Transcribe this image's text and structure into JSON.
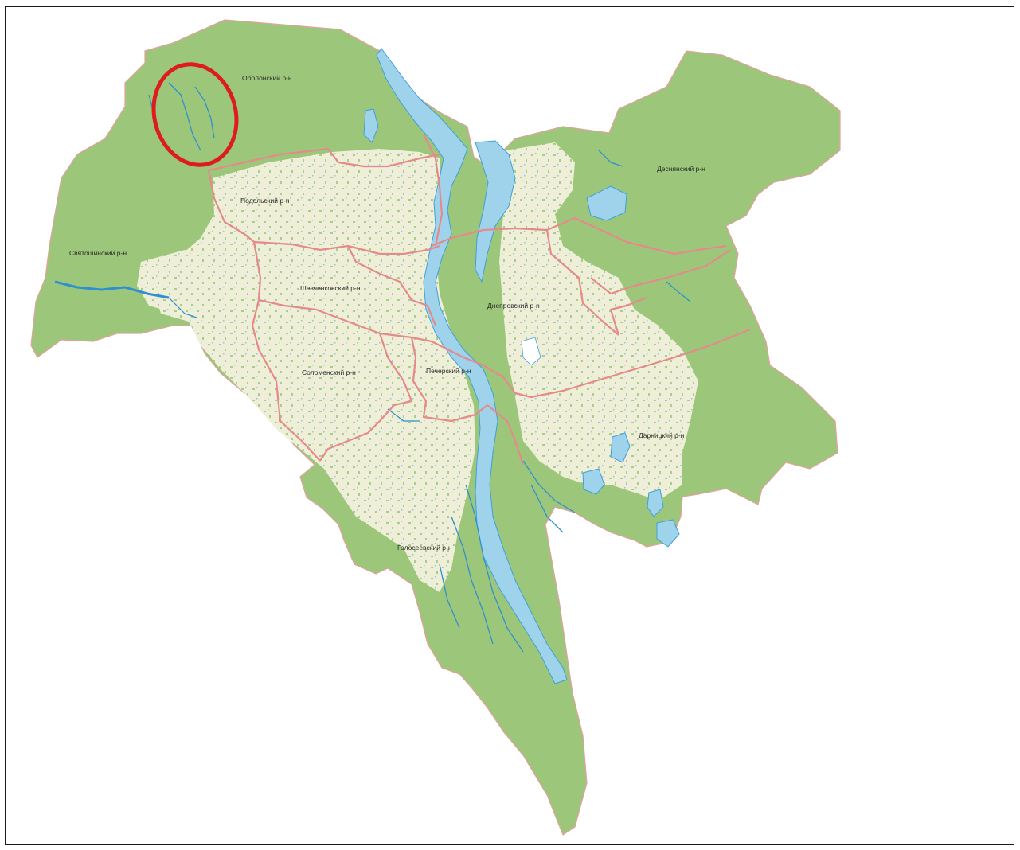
{
  "map": {
    "colors": {
      "green": "#9cc77a",
      "urban": "#efeed8",
      "water": "#9fd3ec",
      "water_stroke": "#3f9fd8",
      "border": "#e58a8a",
      "highlight": "#dd1d1d"
    },
    "districts": {
      "obolonsky": "Оболонский р-н",
      "desnyansky": "Деснянский р-н",
      "podolsky": "Подольский р-н",
      "svyatoshinsky": "Святошинский р-н",
      "shevchenkovsky": "Шевченковский р-н",
      "dneprovsky": "Днепровский р-н",
      "solomensky": "Соломенский р-н",
      "pechersky": "Печерский р-н",
      "darnitsky": "Дарницкий р-н",
      "goloseevsky": "Голосеевский р-н"
    },
    "highlight_marker": "red-circle"
  }
}
